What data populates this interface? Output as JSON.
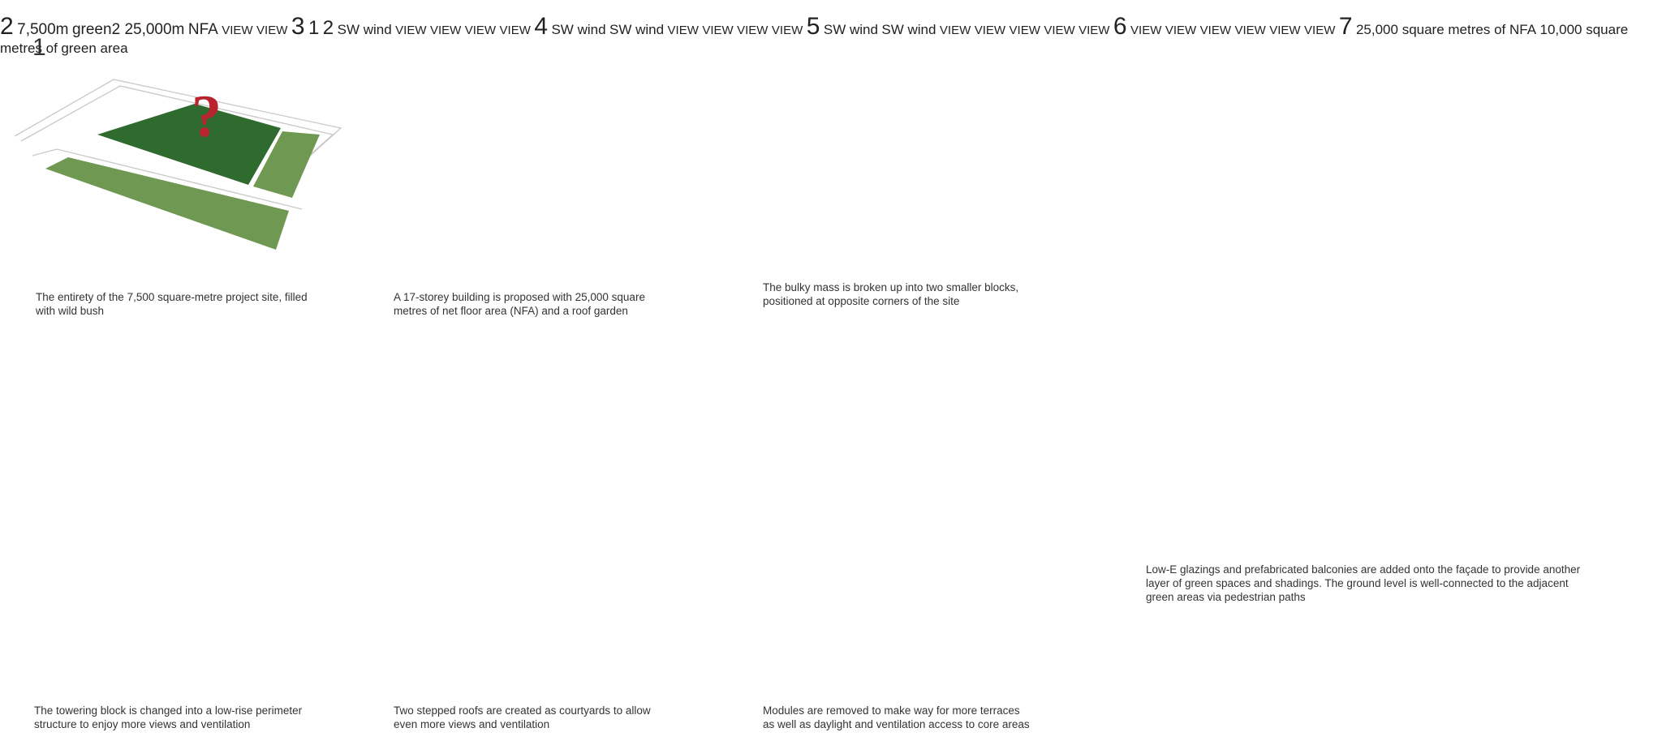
{
  "panels": [
    {
      "number": "1",
      "caption": "The entirety of the 7,500 square-metre project site, filled\nwith wild bush",
      "question_mark": "?"
    },
    {
      "number": "2",
      "caption": "A 17-storey building is proposed with 25,000 square\nmetres of net floor area (NFA) and a roof garden",
      "labels": {
        "green_area": "7,500m",
        "green_area_2": "green",
        "green_area_sup": "2",
        "nfa_value": "25,000m",
        "nfa": "NFA",
        "view": "VIEW"
      }
    },
    {
      "number": "3",
      "caption": "The bulky mass is broken up into two smaller blocks,\npositioned at opposite corners of the site",
      "labels": {
        "sw_wind": "SW wind",
        "view": "VIEW",
        "block_1": "1",
        "block_2": "2"
      }
    },
    {
      "number": "4",
      "caption": "The towering block is changed into a low-rise perimeter\nstructure to enjoy more views and ventilation",
      "labels": {
        "sw_wind": "SW wind",
        "view": "VIEW"
      }
    },
    {
      "number": "5",
      "caption": "Two stepped roofs are created as courtyards to allow\neven more views and ventilation",
      "labels": {
        "sw_wind": "SW wind",
        "view": "VIEW"
      }
    },
    {
      "number": "6",
      "caption": "Modules are removed to make way for more terraces\nas well as daylight and ventilation access to core areas",
      "labels": {
        "view": "VIEW"
      }
    },
    {
      "number": "7",
      "caption": "Low-E glazings and prefabricated balconies are added onto the façade to provide another\nlayer of green spaces and shadings. The ground level is well-connected to the adjacent\ngreen areas via pedestrian paths",
      "labels": {
        "line1": "25,000 square metres of NFA",
        "line2": "10,000 square metres of",
        "line3": "green area"
      }
    }
  ],
  "colors": {
    "site_green": "#2f6b2e",
    "park_green": "#6f9853",
    "roof_green": "#4e9a3a",
    "view_arrow": "#d46a6f",
    "wind_arrow": "#4a6f9a",
    "question_mark": "#b8232d"
  }
}
